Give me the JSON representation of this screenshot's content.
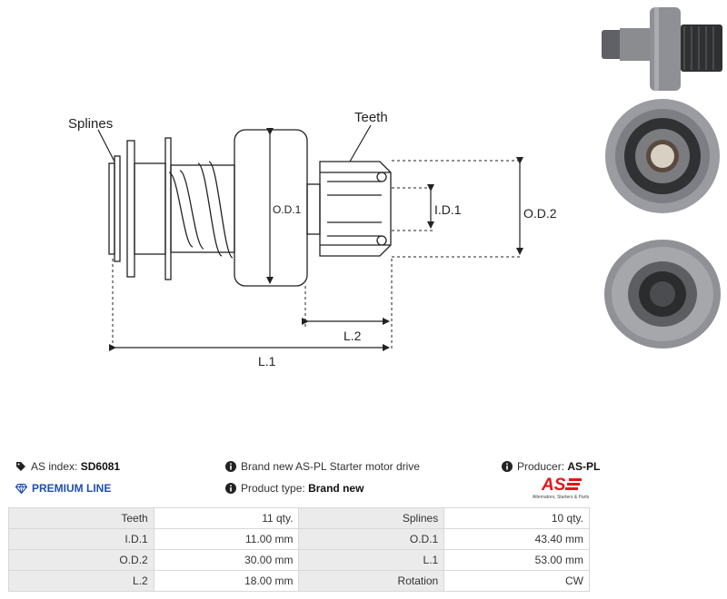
{
  "drawing": {
    "labels": {
      "splines": "Splines",
      "teeth": "Teeth",
      "od1": "O.D.1",
      "id1": "I.D.1",
      "od2": "O.D.2",
      "l2": "L.2",
      "l1": "L.1"
    }
  },
  "info": {
    "as_index_label": "AS index:",
    "as_index_value": "SD6081",
    "description": "Brand new AS-PL Starter motor drive",
    "producer_label": "Producer:",
    "producer_value": "AS-PL",
    "premium_line": "PREMIUM LINE",
    "product_type_label": "Product type:",
    "product_type_value": "Brand new",
    "logo_text": "AS",
    "logo_tagline": "Alternators, Starters & Parts"
  },
  "colors": {
    "premium": "#1f4fb0",
    "logo_red": "#e3141b",
    "table_label_bg": "#ebebeb",
    "table_border": "#d8d8d8"
  },
  "specs": [
    [
      "Teeth",
      "11 qty.",
      "Splines",
      "10 qty."
    ],
    [
      "I.D.1",
      "11.00 mm",
      "O.D.1",
      "43.40 mm"
    ],
    [
      "O.D.2",
      "30.00 mm",
      "L.1",
      "53.00 mm"
    ],
    [
      "L.2",
      "18.00 mm",
      "Rotation",
      "CW"
    ]
  ]
}
